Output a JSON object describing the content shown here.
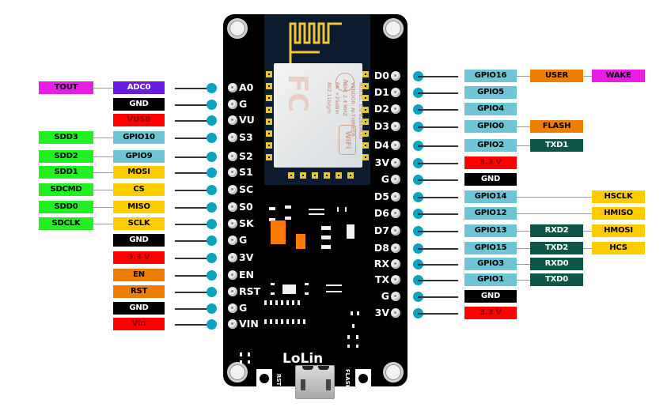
{
  "board": {
    "name": "LoLin",
    "module": {
      "model_line": "MODEL: ESP8266MOD",
      "vendor_line": "VENDOR: AI-THINKER",
      "ism_line": "ISM: 2.4 MHZ",
      "pa_line": "PA: +25dBm",
      "std_line": "802.11b/g/n",
      "fc_mark": "FC",
      "wifi_mark": "WiFi",
      "ai_mark": "Ai"
    },
    "buttons": {
      "rst": "RST",
      "flash": "FLASH"
    }
  },
  "colors": {
    "gpio": "#6dc5d6",
    "gnd": "#000000",
    "power": "#ff0000",
    "adc": "#6a1be0",
    "tout": "#e81ee8",
    "sd": "#22f022",
    "spi": "#ffcc00",
    "ctrl": "#ef7d00",
    "uart": "#0d5546",
    "pin_dot": "#0aa3c2"
  },
  "left_pins": [
    {
      "pin": "A0",
      "label": "ADC0",
      "type": "adc",
      "extra": "TOUT",
      "extra_type": "tout"
    },
    {
      "pin": "G",
      "label": "GND",
      "type": "gnd"
    },
    {
      "pin": "VU",
      "label": "VUSB",
      "type": "power"
    },
    {
      "pin": "S3",
      "label": "GPIO10",
      "type": "gpio",
      "extra": "SDD3",
      "extra_type": "sd"
    },
    {
      "pin": "S2",
      "label": "GPIO9",
      "type": "gpio",
      "extra": "SDD2",
      "extra_type": "sd"
    },
    {
      "pin": "S1",
      "label": "MOSI",
      "type": "spi",
      "extra": "SDD1",
      "extra_type": "sd"
    },
    {
      "pin": "SC",
      "label": "CS",
      "type": "spi",
      "extra": "SDCMD",
      "extra_type": "sd"
    },
    {
      "pin": "S0",
      "label": "MISO",
      "type": "spi",
      "extra": "SDD0",
      "extra_type": "sd"
    },
    {
      "pin": "SK",
      "label": "SCLK",
      "type": "spi",
      "extra": "SDCLK",
      "extra_type": "sd"
    },
    {
      "pin": "G",
      "label": "GND",
      "type": "gnd"
    },
    {
      "pin": "3V",
      "label": "3.3 V",
      "type": "power"
    },
    {
      "pin": "EN",
      "label": "EN",
      "type": "ctrl"
    },
    {
      "pin": "RST",
      "label": "RST",
      "type": "ctrl"
    },
    {
      "pin": "G",
      "label": "GND",
      "type": "gnd"
    },
    {
      "pin": "VIN",
      "label": "Vin",
      "type": "power"
    }
  ],
  "right_pins": [
    {
      "pin": "D0",
      "label": "GPIO16",
      "type": "gpio",
      "alt": "USER",
      "alt_type": "ctrl",
      "extra": "WAKE",
      "extra_type": "tout"
    },
    {
      "pin": "D1",
      "label": "GPIO5",
      "type": "gpio"
    },
    {
      "pin": "D2",
      "label": "GPIO4",
      "type": "gpio"
    },
    {
      "pin": "D3",
      "label": "GPIO0",
      "type": "gpio",
      "alt": "FLASH",
      "alt_type": "ctrl"
    },
    {
      "pin": "D4",
      "label": "GPIO2",
      "type": "gpio",
      "alt": "TXD1",
      "alt_type": "uart"
    },
    {
      "pin": "3V",
      "label": "3.3 V",
      "type": "power"
    },
    {
      "pin": "G",
      "label": "GND",
      "type": "gnd"
    },
    {
      "pin": "D5",
      "label": "GPIO14",
      "type": "gpio",
      "extra": "HSCLK",
      "extra_type": "spi"
    },
    {
      "pin": "D6",
      "label": "GPIO12",
      "type": "gpio",
      "extra": "HMISO",
      "extra_type": "spi"
    },
    {
      "pin": "D7",
      "label": "GPIO13",
      "type": "gpio",
      "alt": "RXD2",
      "alt_type": "uart",
      "extra": "HMOSI",
      "extra_type": "spi"
    },
    {
      "pin": "D8",
      "label": "GPIO15",
      "type": "gpio",
      "alt": "TXD2",
      "alt_type": "uart",
      "extra": "HCS",
      "extra_type": "spi"
    },
    {
      "pin": "RX",
      "label": "GPIO3",
      "type": "gpio",
      "alt": "RXD0",
      "alt_type": "uart"
    },
    {
      "pin": "TX",
      "label": "GPIO1",
      "type": "gpio",
      "alt": "TXD0",
      "alt_type": "uart"
    },
    {
      "pin": "G",
      "label": "GND",
      "type": "gnd"
    },
    {
      "pin": "3V",
      "label": "3.3 V",
      "type": "power"
    }
  ]
}
